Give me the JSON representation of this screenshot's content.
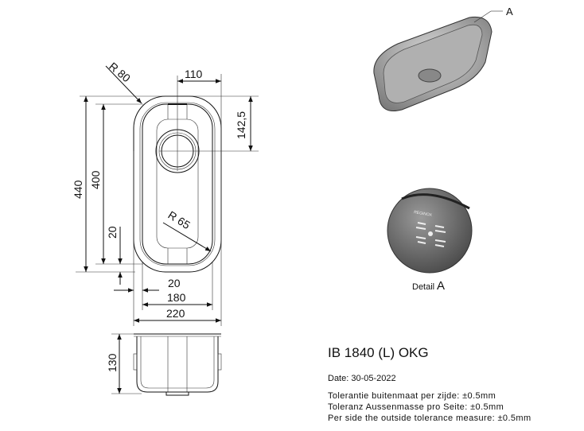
{
  "drawing": {
    "title": "IB 1840 (L) OKG",
    "date": "Date: 30-05-2022",
    "tolerances": [
      "Tolerantie buitenmaat per zijde: ±0.5mm",
      "Toleranz Aussenmasse pro Seite: ±0.5mm",
      "Per side the outside tolerance measure: ±0.5mm"
    ],
    "dimensions": {
      "r80": "R 80",
      "r65": "R 65",
      "d110": "110",
      "d142": "142,5",
      "d440": "440",
      "d400": "400",
      "d20v": "20",
      "d20h": "20",
      "d180": "180",
      "d220": "220",
      "d130": "130"
    },
    "detail_callout": "A",
    "detail_label": "Detail",
    "detail_letter": "A",
    "detail_logo": "REGINOX"
  }
}
